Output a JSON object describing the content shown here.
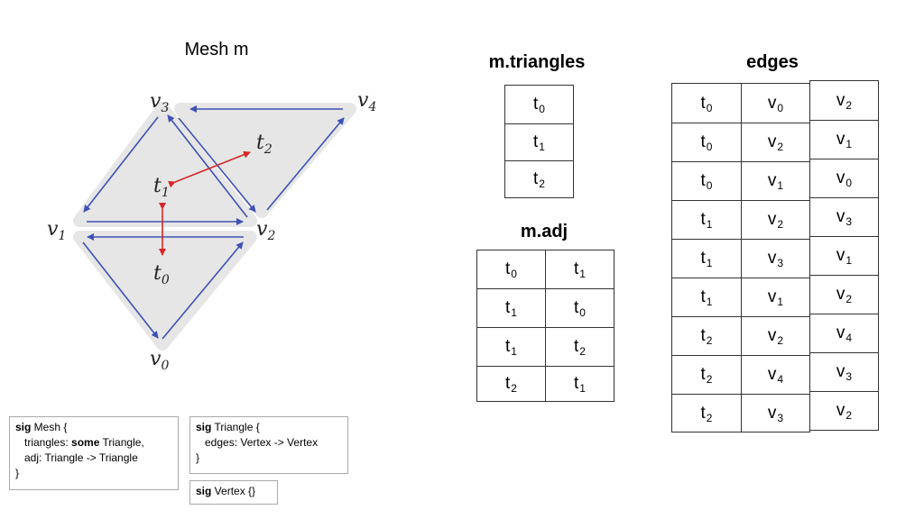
{
  "mesh_title": "Mesh m",
  "triangles_title": "m.triangles",
  "adj_title": "m.adj",
  "edges_title": "edges",
  "diagram": {
    "vertices": [
      {
        "base": "v",
        "sub": "0"
      },
      {
        "base": "v",
        "sub": "1"
      },
      {
        "base": "v",
        "sub": "2"
      },
      {
        "base": "v",
        "sub": "3"
      },
      {
        "base": "v",
        "sub": "4"
      }
    ],
    "triangles": [
      {
        "base": "t",
        "sub": "0"
      },
      {
        "base": "t",
        "sub": "1"
      },
      {
        "base": "t",
        "sub": "2"
      }
    ],
    "colors": {
      "fill": "#e6e6e6",
      "edge": "#3f51b5",
      "adjacency": "#d62728"
    }
  },
  "triangles_table": [
    {
      "base": "t",
      "sub": "0"
    },
    {
      "base": "t",
      "sub": "1"
    },
    {
      "base": "t",
      "sub": "2"
    }
  ],
  "adj_table": [
    [
      {
        "base": "t",
        "sub": "0"
      },
      {
        "base": "t",
        "sub": "1"
      }
    ],
    [
      {
        "base": "t",
        "sub": "1"
      },
      {
        "base": "t",
        "sub": "0"
      }
    ],
    [
      {
        "base": "t",
        "sub": "1"
      },
      {
        "base": "t",
        "sub": "2"
      }
    ],
    [
      {
        "base": "t",
        "sub": "2"
      },
      {
        "base": "t",
        "sub": "1"
      }
    ]
  ],
  "edges_table": [
    [
      {
        "base": "t",
        "sub": "0"
      },
      {
        "base": "v",
        "sub": "0"
      },
      {
        "base": "v",
        "sub": "2"
      }
    ],
    [
      {
        "base": "t",
        "sub": "0"
      },
      {
        "base": "v",
        "sub": "2"
      },
      {
        "base": "v",
        "sub": "1"
      }
    ],
    [
      {
        "base": "t",
        "sub": "0"
      },
      {
        "base": "v",
        "sub": "1"
      },
      {
        "base": "v",
        "sub": "0"
      }
    ],
    [
      {
        "base": "t",
        "sub": "1"
      },
      {
        "base": "v",
        "sub": "2"
      },
      {
        "base": "v",
        "sub": "3"
      }
    ],
    [
      {
        "base": "t",
        "sub": "1"
      },
      {
        "base": "v",
        "sub": "3"
      },
      {
        "base": "v",
        "sub": "1"
      }
    ],
    [
      {
        "base": "t",
        "sub": "1"
      },
      {
        "base": "v",
        "sub": "1"
      },
      {
        "base": "v",
        "sub": "2"
      }
    ],
    [
      {
        "base": "t",
        "sub": "2"
      },
      {
        "base": "v",
        "sub": "2"
      },
      {
        "base": "v",
        "sub": "4"
      }
    ],
    [
      {
        "base": "t",
        "sub": "2"
      },
      {
        "base": "v",
        "sub": "4"
      },
      {
        "base": "v",
        "sub": "3"
      }
    ],
    [
      {
        "base": "t",
        "sub": "2"
      },
      {
        "base": "v",
        "sub": "3"
      },
      {
        "base": "v",
        "sub": "2"
      }
    ]
  ],
  "code": {
    "mesh": {
      "kw": "sig",
      "head": " Mesh {",
      "l2_pre": "   triangles: ",
      "l2_kw": "some",
      "l2_post": " Triangle,",
      "l3": "   adj: Triangle -> Triangle",
      "l4": "}"
    },
    "triangle": {
      "kw": "sig",
      "head": " Triangle {",
      "l2": "   edges: Vertex -> Vertex",
      "l3": "}"
    },
    "vertex": {
      "kw": "sig",
      "head": " Vertex {}"
    }
  }
}
